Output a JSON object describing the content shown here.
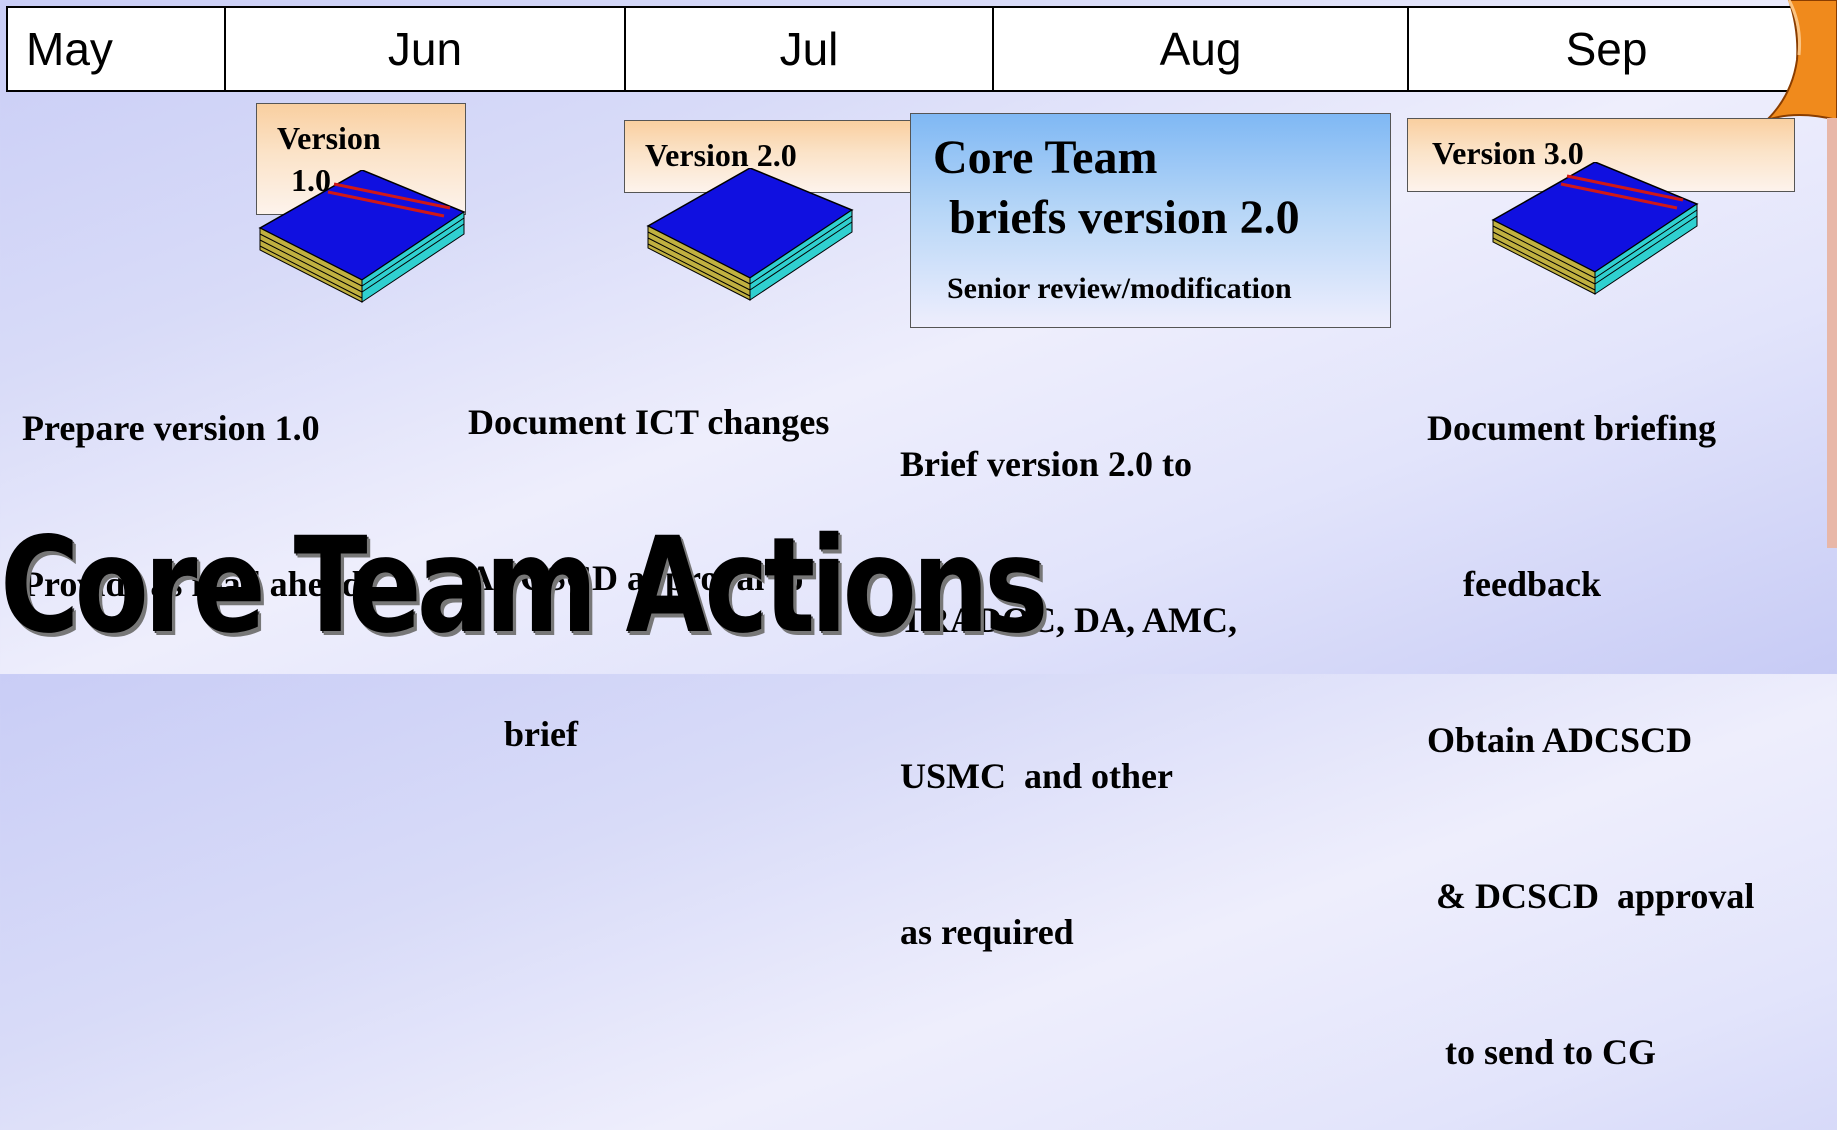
{
  "timeline": {
    "months": [
      "May",
      "Jun",
      "Jul",
      "Aug",
      "Sep"
    ]
  },
  "versions": [
    {
      "line1": "Version",
      "line2": "1.0"
    },
    {
      "line1": "Version 2.0"
    },
    {
      "line1": "Version 3.0"
    }
  ],
  "core_box": {
    "title_line1": "Core Team",
    "title_line2": "briefs version  2.0",
    "subtitle": "Senior  review/modification"
  },
  "descriptions": {
    "d1": [
      "Prepare version 1.0",
      "Provide as read ahead"
    ],
    "d2": [
      "Document ICT changes",
      "ADCSCD approval to",
      "    brief"
    ],
    "d3": [
      "Brief version 2.0 to",
      "TRADOC, DA, AMC,",
      "USMC  and other",
      "as required"
    ],
    "d4": [
      "Document briefing",
      "    feedback",
      "Obtain ADCSCD",
      " & DCSCD  approval",
      "  to send to CG"
    ]
  },
  "big_title": "Core Team Actions",
  "colors": {
    "book_cover": "#1010e0",
    "book_stripe": "#d01818",
    "arrow": "#f08a1c"
  }
}
